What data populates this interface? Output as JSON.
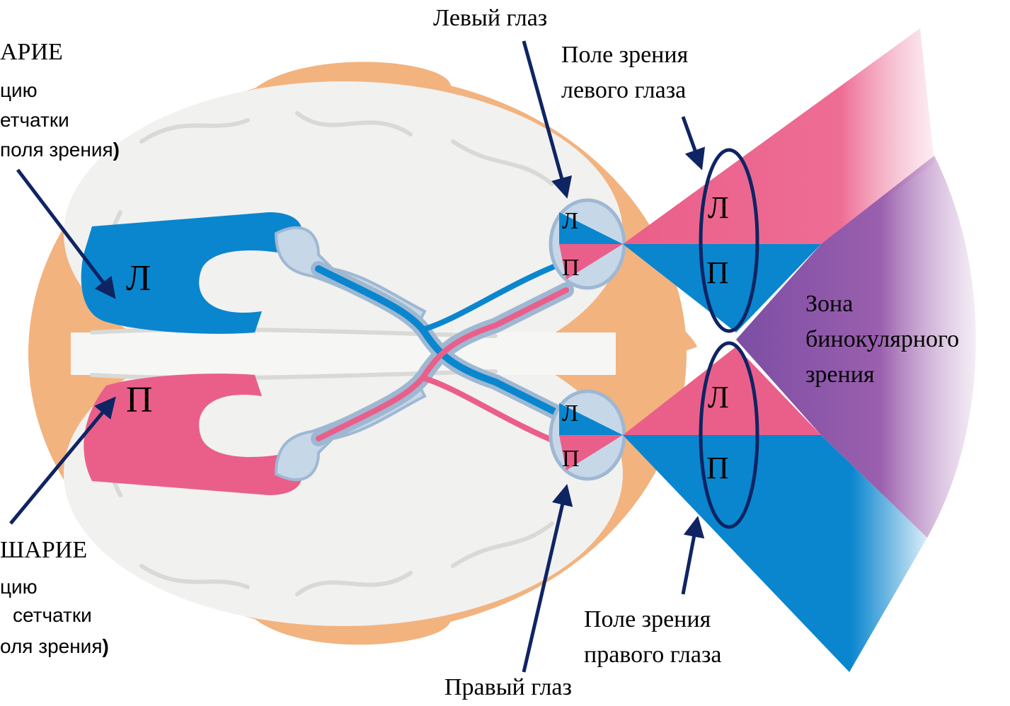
{
  "labels": {
    "left_eye": "Левый глаз",
    "right_eye": "Правый глаз",
    "field_left_line1": "Поле зрения",
    "field_left_line2": "левого глаза",
    "field_right_line1": "Поле зрения",
    "field_right_line2": "правого глаза",
    "binocular_line1": "Зона",
    "binocular_line2": "бинокулярного",
    "binocular_line3": "зрения",
    "top_hemi_line1": "АРИЕ",
    "top_hemi_line2": "цию",
    "top_hemi_line3": "етчатки",
    "top_hemi_line4": "поля зрения",
    "top_hemi_paren": ")",
    "bottom_hemi_line1": "ШАРИЕ",
    "bottom_hemi_line2": "цию",
    "bottom_hemi_line3": "сетчатки",
    "bottom_hemi_line4": "оля зрения",
    "bottom_hemi_paren": ")"
  },
  "letters": {
    "L": "Л",
    "P": "П"
  },
  "colors": {
    "blue": "#0a86cf",
    "pink": "#ea5f8a",
    "purple": "#8a55a6",
    "skin": "#f2b37f",
    "brain": "#f1f1f0",
    "outline": "#9fb8d2",
    "arrow": "#0f2463"
  }
}
